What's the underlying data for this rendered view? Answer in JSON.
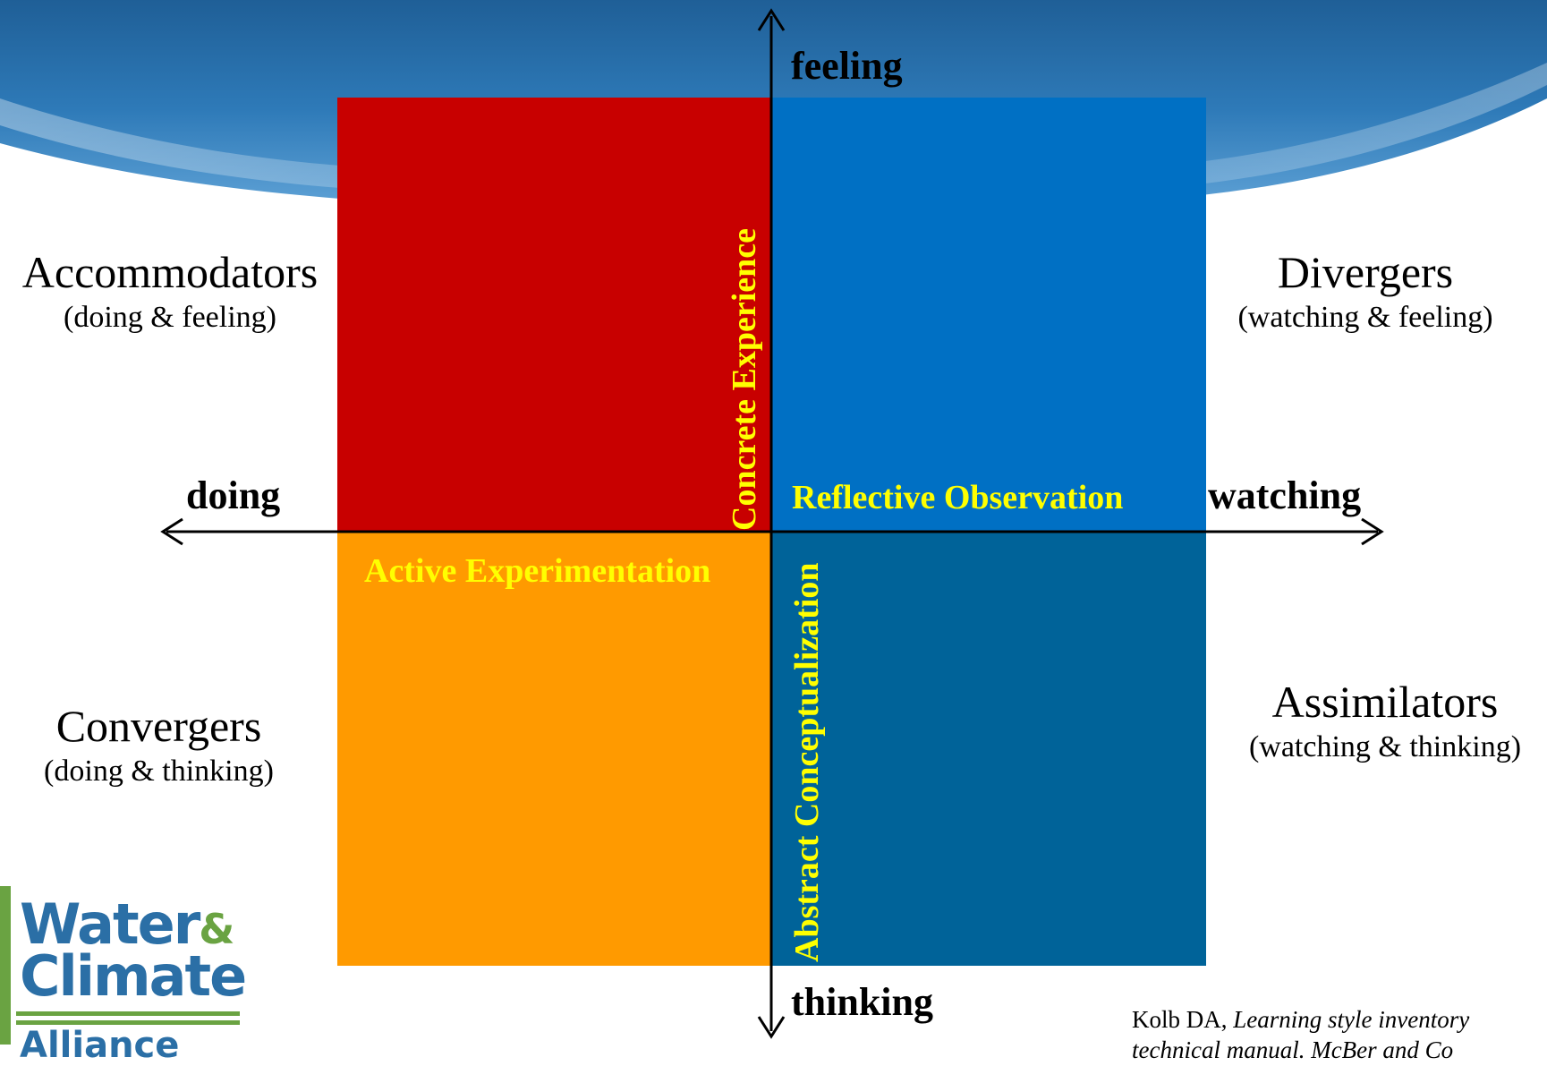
{
  "axes": {
    "top": "feeling",
    "bottom": "thinking",
    "left": "doing",
    "right": "watching"
  },
  "modes": {
    "concrete_experience": "Concrete Experience",
    "reflective_observation": "Reflective Observation",
    "active_experimentation": "Active Experimentation",
    "abstract_conceptualization": "Abstract Conceptualization"
  },
  "styles": {
    "accommodators": {
      "name": "Accommodators",
      "subtitle": "(doing & feeling)"
    },
    "divergers": {
      "name": "Divergers",
      "subtitle": "(watching & feeling)"
    },
    "convergers": {
      "name": "Convergers",
      "subtitle": "(doing & thinking)"
    },
    "assimilators": {
      "name": "Assimilators",
      "subtitle": "(watching & thinking)"
    }
  },
  "quadrant_colors": {
    "top_left": "#c80000",
    "top_right": "#0070c4",
    "bottom_left": "#ff9a00",
    "bottom_right": "#006399"
  },
  "mode_text_color": "#ffff00",
  "citation": {
    "author": "Kolb DA, ",
    "title": "Learning style inventory",
    "line2": "technical manual. McBer and Co"
  },
  "logo": {
    "word1": "Water",
    "amp": "&",
    "word2": "Climate",
    "word3": "Alliance"
  }
}
